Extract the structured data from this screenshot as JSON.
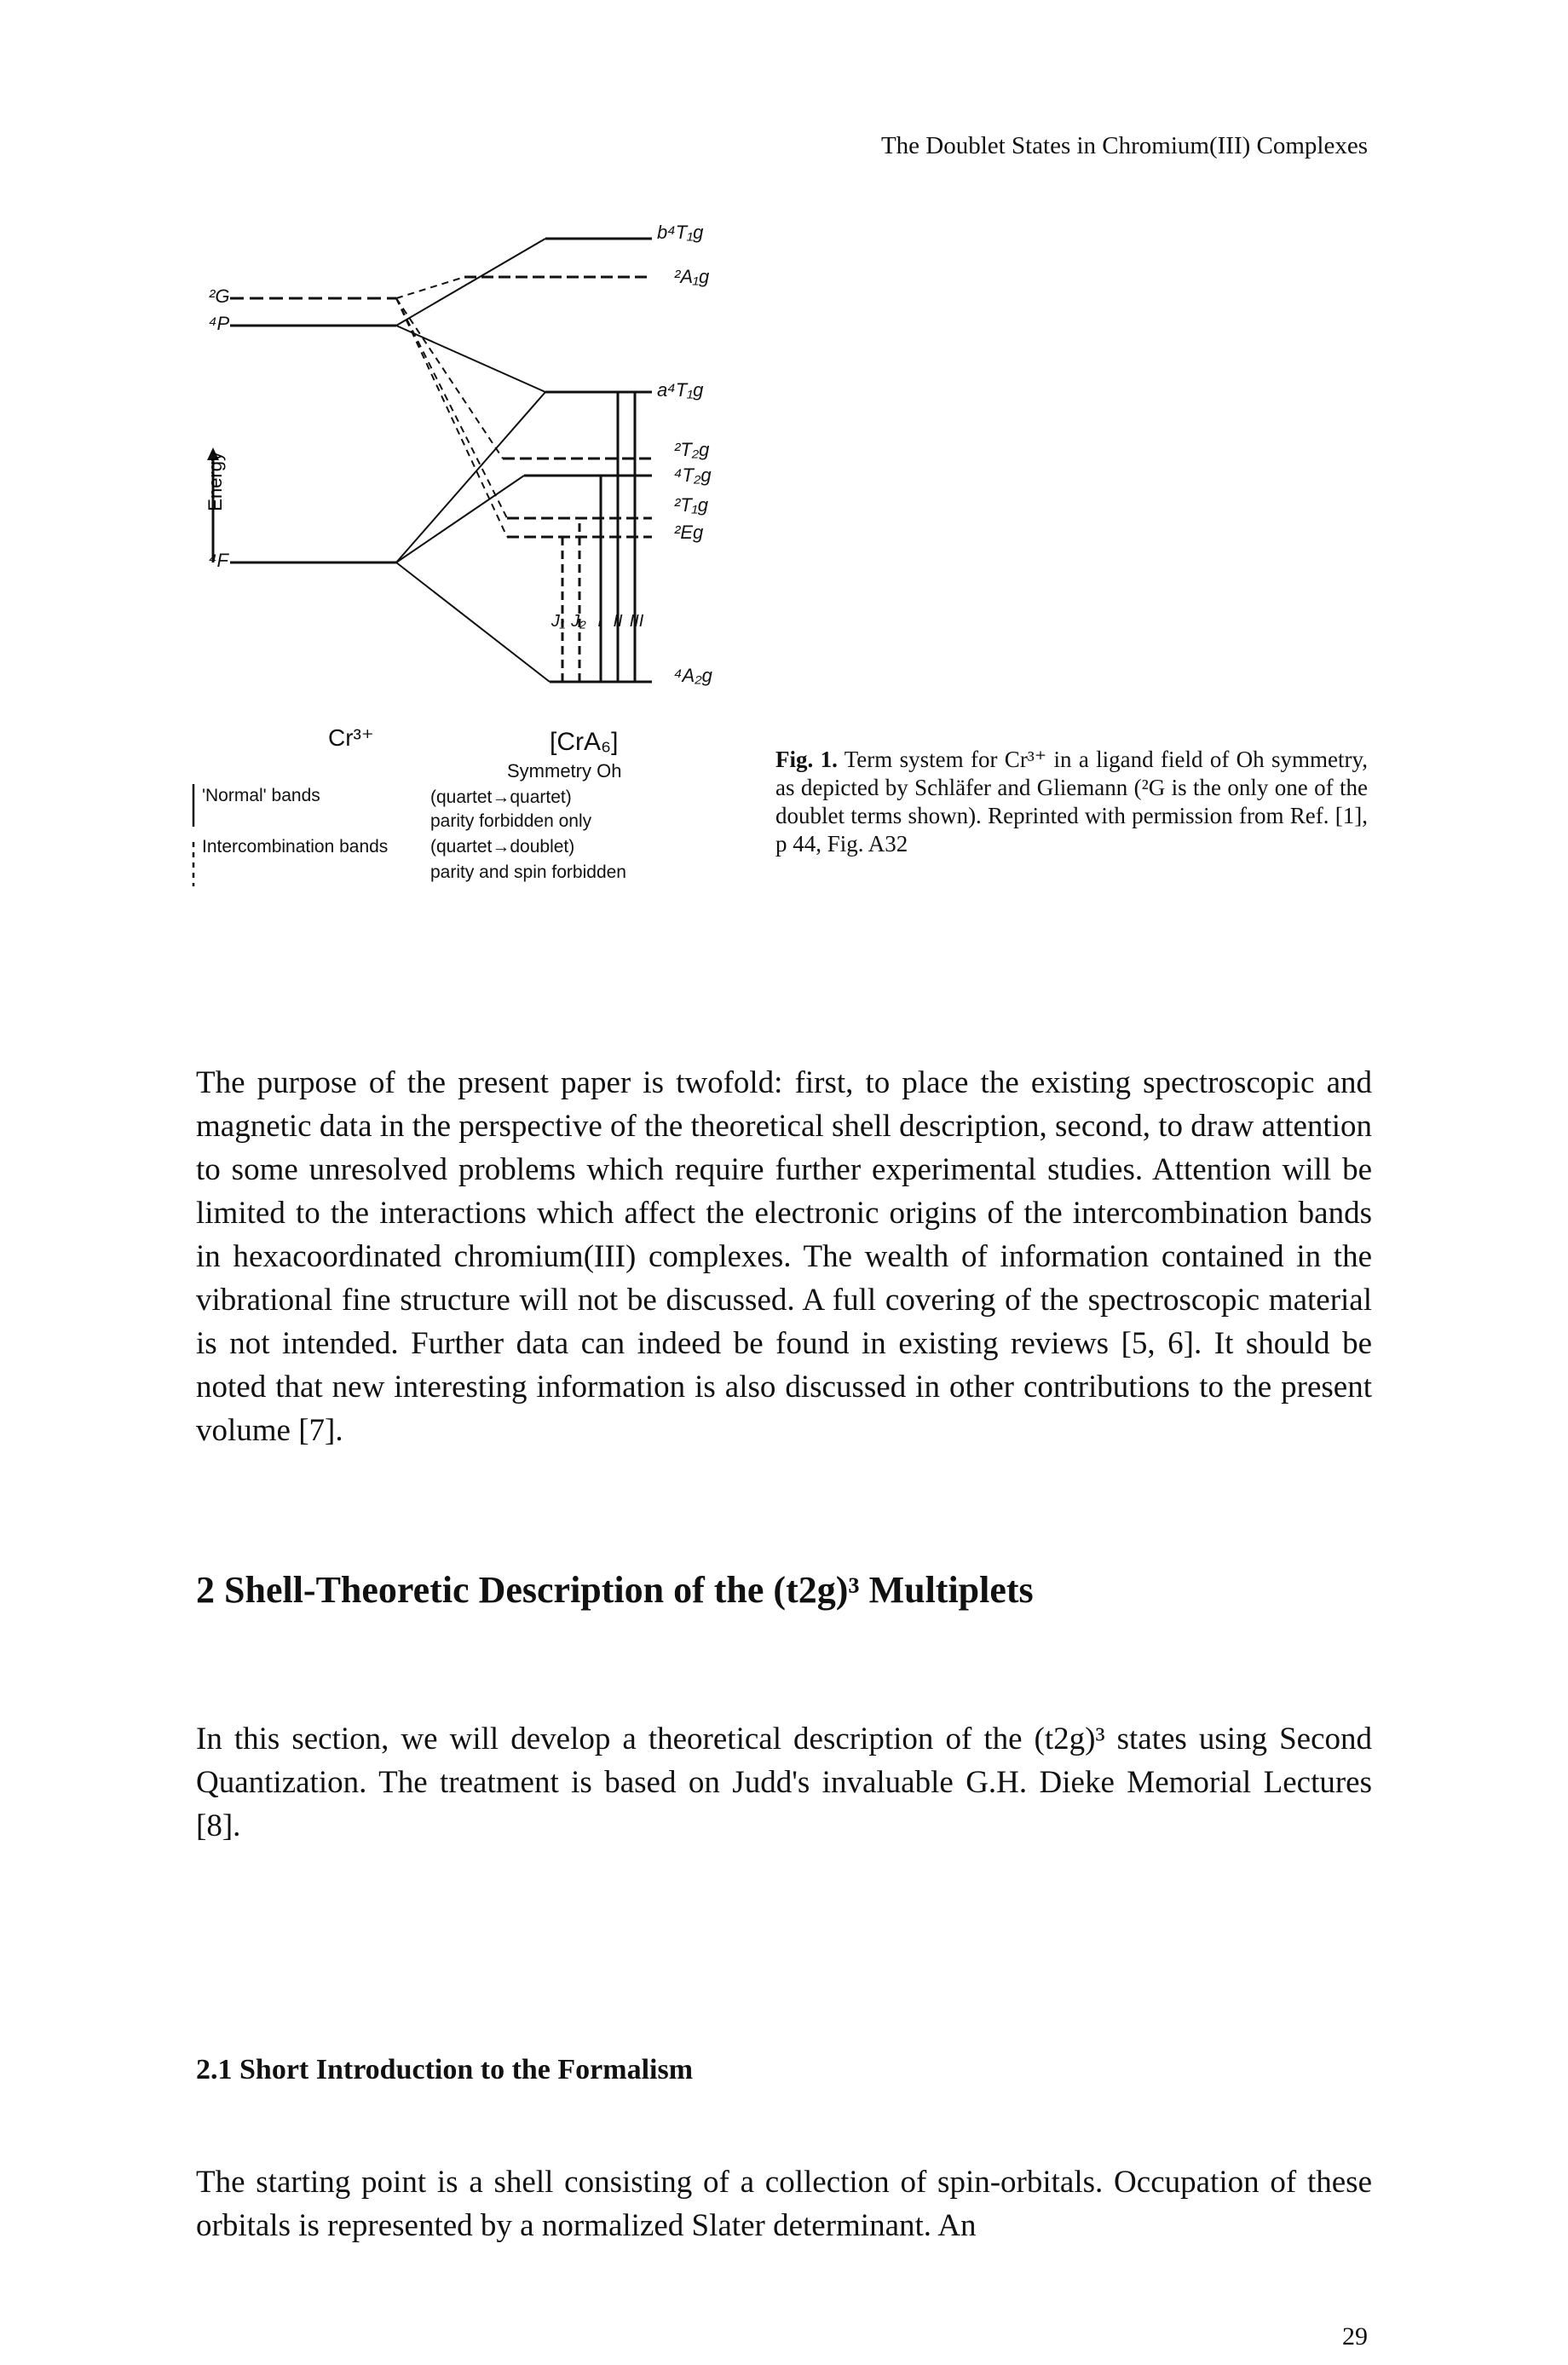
{
  "page": {
    "running_head": "The Doublet States in Chromium(III) Complexes",
    "page_number": "29"
  },
  "figure": {
    "axis_label": "Energy",
    "free_ion_terms": [
      "²G",
      "⁴P",
      "⁴F"
    ],
    "ligand_terms": [
      "b⁴T₁g",
      "²A₁g",
      "a⁴T₁g",
      "²T₂g",
      "⁴T₂g",
      "²T₁g",
      "²Eg",
      "⁴A₂g"
    ],
    "transition_labels": [
      "J₁",
      "J₂",
      "I",
      "II",
      "III"
    ],
    "left_label": "Cr³⁺",
    "right_label": "[CrA₆]",
    "symmetry": "Symmetry Oh",
    "legend": [
      {
        "label": "'Normal' bands",
        "line1": "(quartet→quartet)",
        "line2": "parity forbidden only"
      },
      {
        "label": "Intercombination bands",
        "line1": "(quartet→doublet)",
        "line2": "parity and spin forbidden"
      }
    ]
  },
  "caption": {
    "label": "Fig. 1.",
    "text": "Term system for Cr³⁺ in a ligand field of Oh symmetry, as depicted by Schläfer and Gliemann (²G is the only one of the doublet terms shown). Reprinted with permission from Ref. [1], p 44, Fig. A32"
  },
  "paragraphs": [
    "The purpose of the present paper is twofold: first, to place the existing spectroscopic and magnetic data in the perspective of the theoretical shell description, second, to draw attention to some unresolved problems which require further experimental studies. Attention will be limited to the interactions which affect the electronic origins of the intercombination bands in hexacoordinated chromium(III) complexes. The wealth of information contained in the vibrational fine structure will not be discussed. A full covering of the spectroscopic material is not intended. Further data can indeed be found in existing reviews [5, 6]. It should be noted that new interesting information is also discussed in other contributions to the present volume [7].",
    "In this section, we will develop a theoretical description of the (t2g)³ states using Second Quantization. The treatment is based on Judd's invaluable G.H. Dieke Memorial Lectures [8].",
    "The starting point is a shell consisting of a collection of spin-orbitals. Occupation of these orbitals is represented by a normalized Slater determinant. An"
  ],
  "headings": {
    "section": "2 Shell-Theoretic Description of the (t2g)³ Multiplets",
    "subsection": "2.1 Short Introduction to the Formalism"
  }
}
